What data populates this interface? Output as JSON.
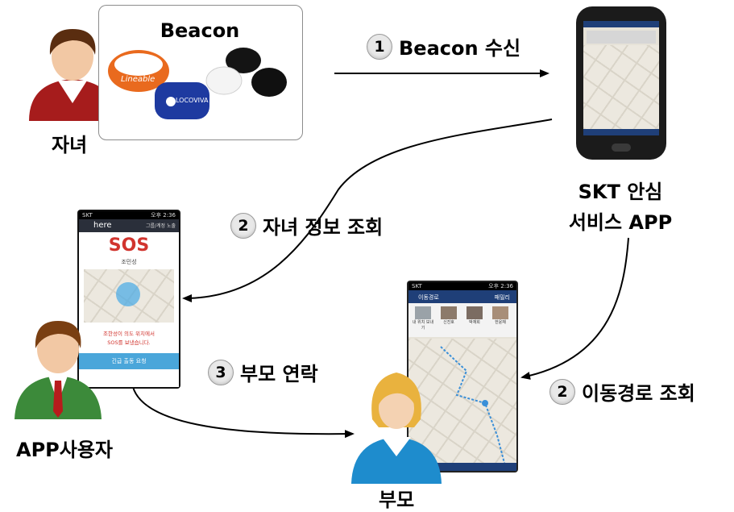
{
  "beacon_box": {
    "title": "Beacon",
    "band_text": "Lineable",
    "tag_text": "LOCOVIVA"
  },
  "child_label": "자녀",
  "step1": {
    "num": "1",
    "label": "Beacon 수신"
  },
  "service": {
    "line1": "SKT 안심",
    "line2": "서비스 APP"
  },
  "step2a": {
    "num": "2",
    "label": "자녀 정보 조회"
  },
  "step2b": {
    "num": "2",
    "label": "이동경로 조회"
  },
  "step3": {
    "num": "3",
    "label": "부모 연락"
  },
  "app_user_label": "APP사용자",
  "parent_label": "부모",
  "sos_phone": {
    "carrier": "SKT",
    "time": "오후 2:36",
    "brand": "here",
    "group_label": "그룹/계정 노출",
    "sos_title": "SOS",
    "child_name": "조민성",
    "message_line1": "조한성이 의도 위치에서",
    "message_line2": "SOS를 보냈습니다.",
    "call_button": "긴급 출동 요청"
  },
  "route_phone": {
    "carrier": "SKT",
    "time": "오후 2:36",
    "header_title": "이동경로",
    "header_right": "패밀리",
    "contacts": [
      "내 위치 보내기",
      "신진호",
      "박재희",
      "한윤채"
    ]
  }
}
